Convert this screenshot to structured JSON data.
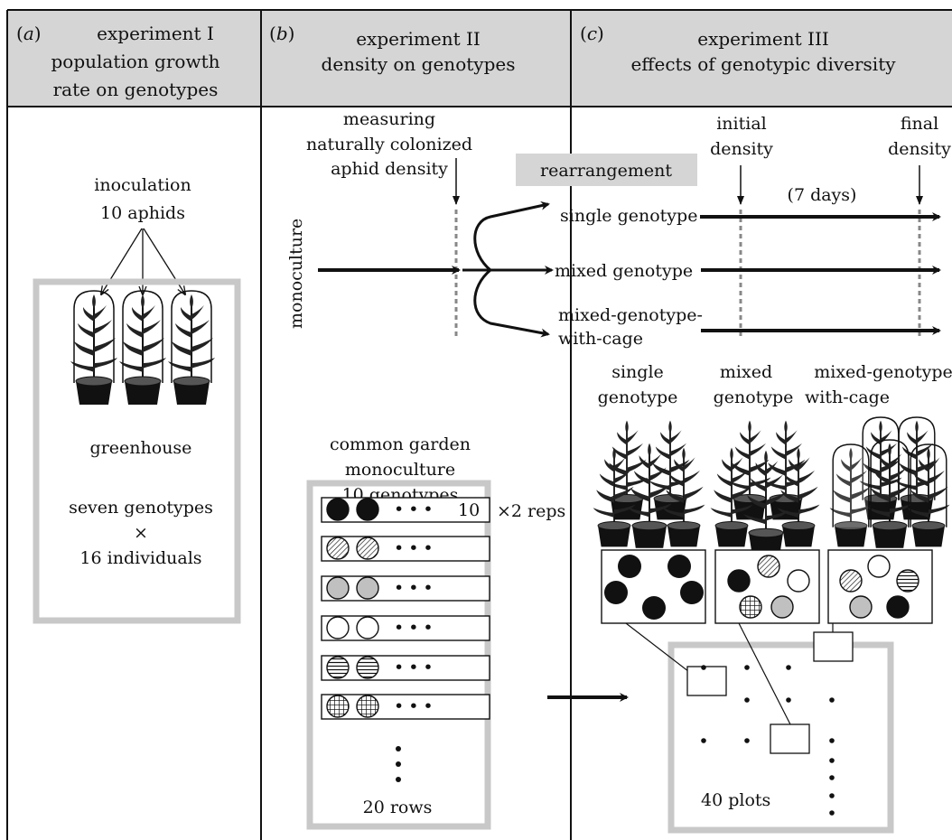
{
  "panel_a": {
    "letter": "a",
    "title_lines": [
      "experiment I",
      "population growth",
      "rate on genotypes"
    ],
    "inoculation_lines": [
      "inoculation",
      "10 aphids"
    ],
    "greenhouse": "greenhouse",
    "design_lines": [
      "seven genotypes",
      "×",
      "16 individuals"
    ]
  },
  "panel_b": {
    "letter": "b",
    "title_lines": [
      "experiment II",
      "density on genotypes"
    ],
    "measuring_lines": [
      "measuring",
      "naturally colonized",
      "aphid density"
    ],
    "monoculture": "monoculture",
    "garden_lines": [
      "common garden",
      "monoculture",
      "10 genotypes"
    ],
    "row_count": "10",
    "reps": "×2 reps",
    "rows_label": "20 rows"
  },
  "panel_c": {
    "letter": "c",
    "title_lines": [
      "experiment III",
      "effects of genotypic diversity"
    ],
    "rearrangement": "rearrangement",
    "initial_lines": [
      "initial",
      "density"
    ],
    "final_lines": [
      "final",
      "density"
    ],
    "days": "(7 days)",
    "treatments": [
      "single genotype",
      "mixed genotype",
      "mixed-genotype-",
      "with-cage"
    ],
    "plant_labels": {
      "single": [
        "single",
        "genotype"
      ],
      "mixed": [
        "mixed",
        "genotype"
      ],
      "cage": [
        "mixed-genotype",
        "with-cage"
      ]
    },
    "plots": "40 plots"
  }
}
